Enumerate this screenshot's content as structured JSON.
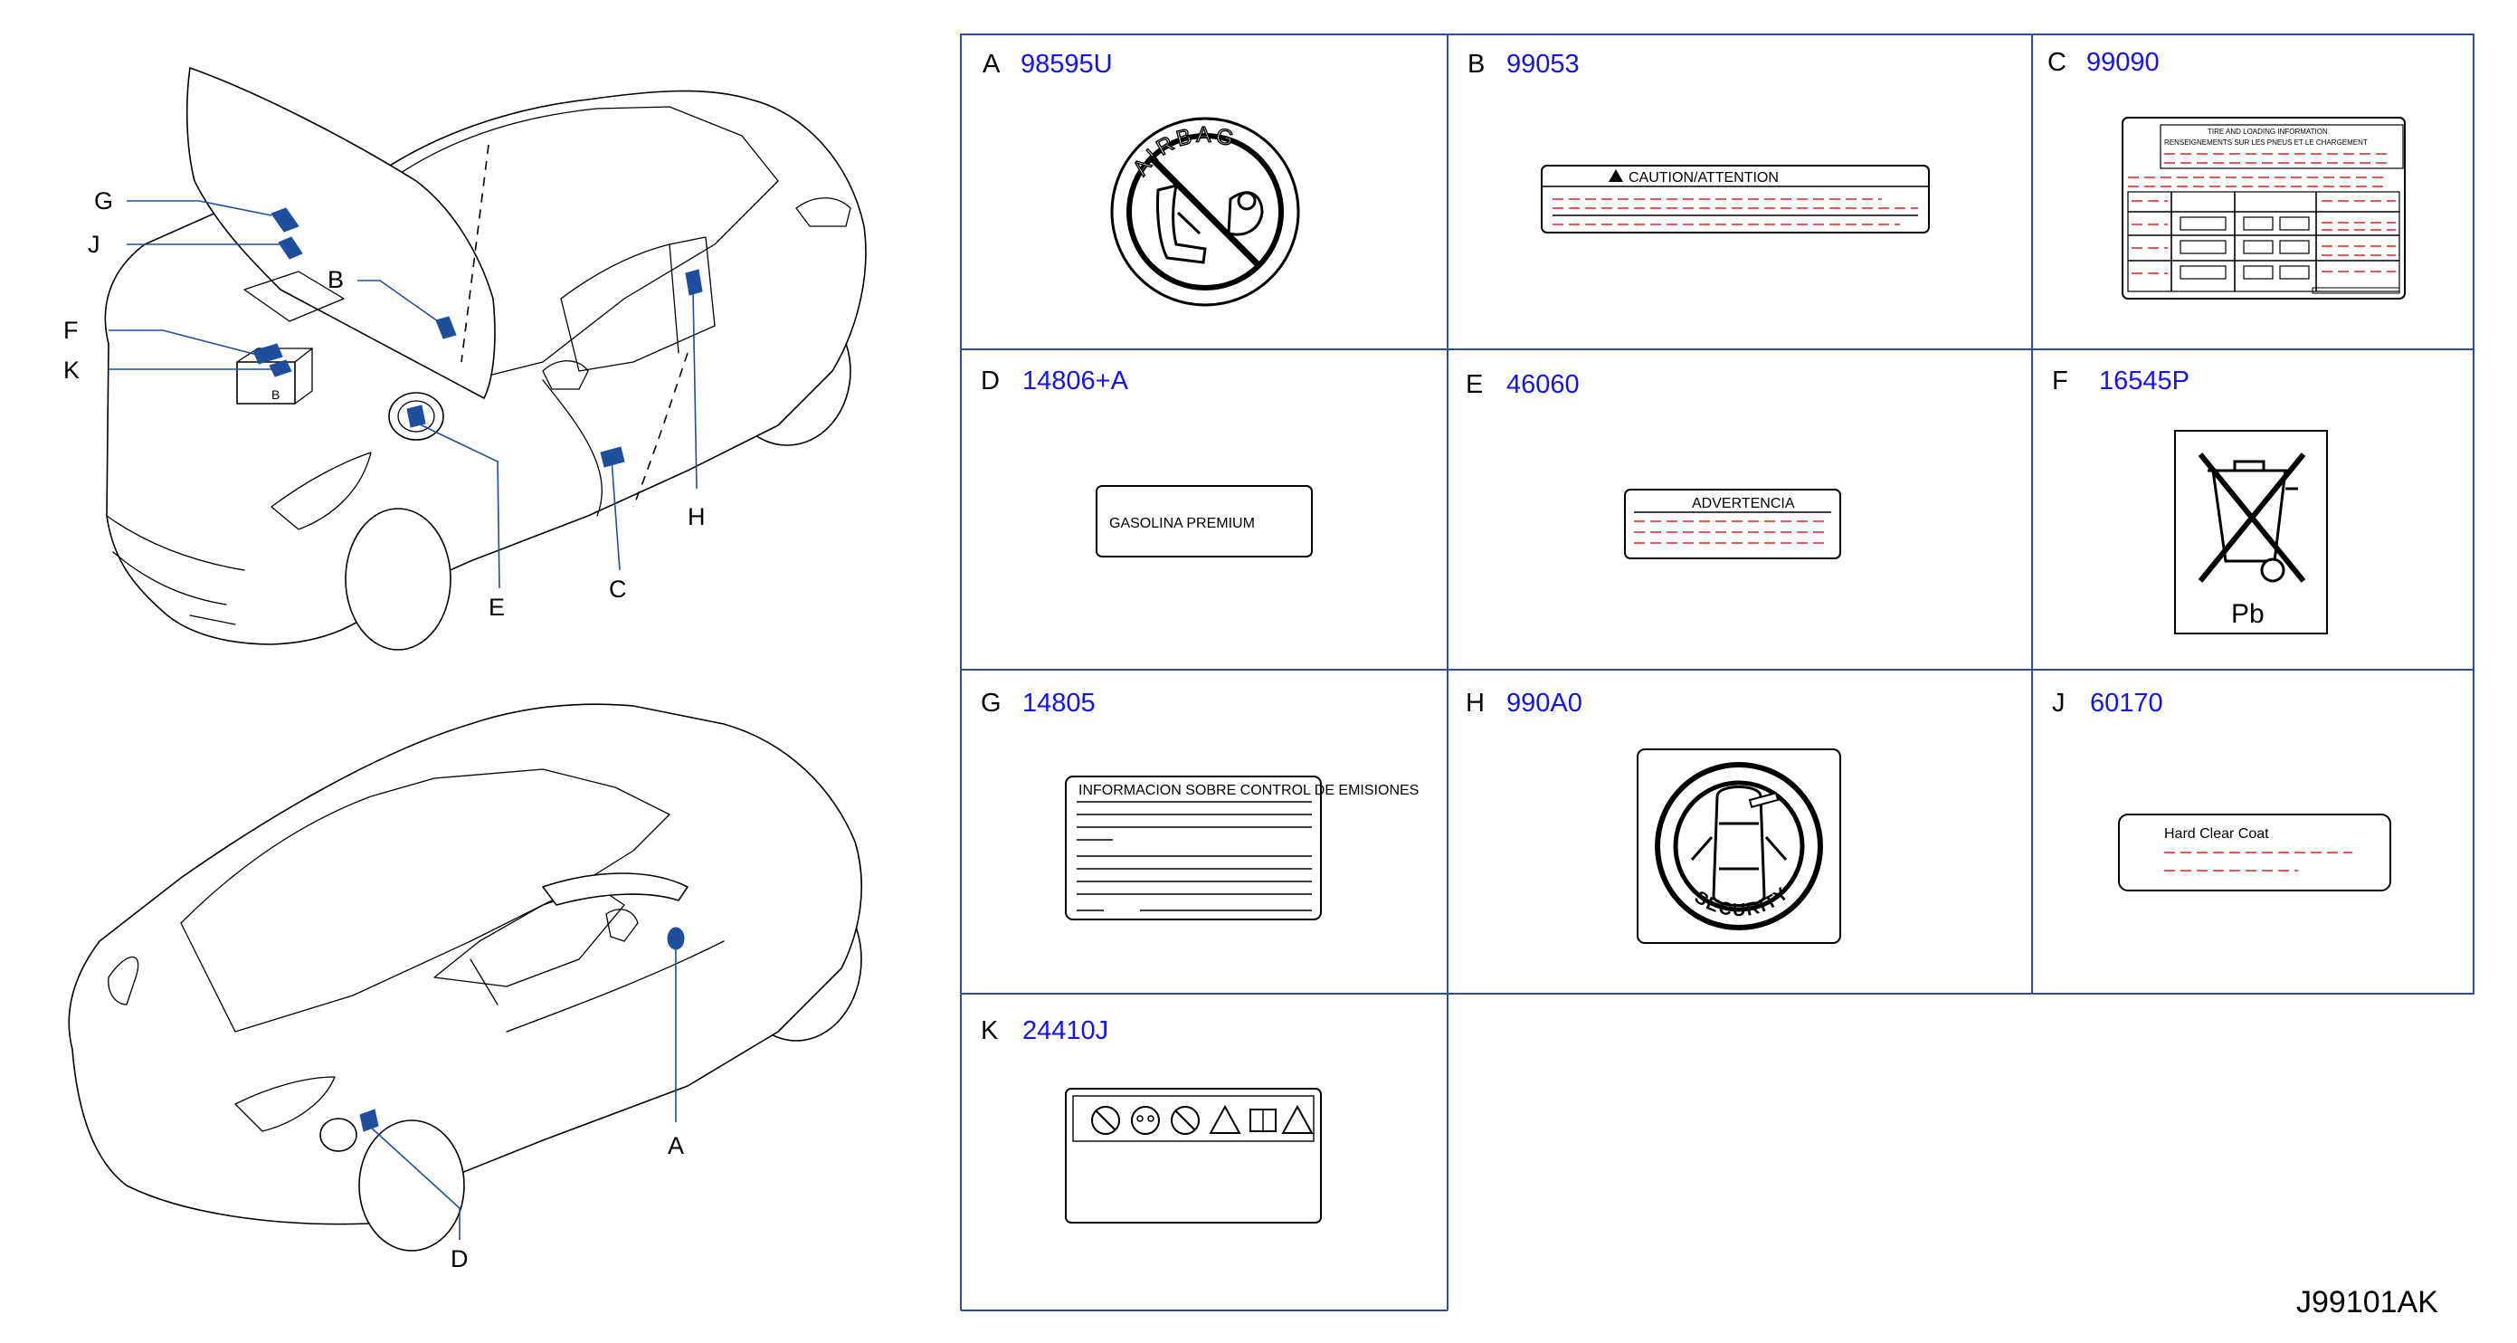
{
  "diagram": {
    "callouts_top": [
      "G",
      "J",
      "F",
      "K",
      "B",
      "E",
      "C",
      "H"
    ],
    "callouts_bottom": [
      "A",
      "D"
    ],
    "labels": [
      {
        "letter": "A",
        "part": "98595U",
        "icon": "airbag-warning-icon",
        "text": "AIRBAG"
      },
      {
        "letter": "B",
        "part": "99053",
        "icon": "caution-label",
        "text": "CAUTION/ATTENTION"
      },
      {
        "letter": "C",
        "part": "99090",
        "icon": "tire-info-label",
        "text": "TIRE AND LOADING INFORMATION",
        "text2": "RENSEIGNEMENTS SUR LES PNEUS ET LE CHARGEMENT"
      },
      {
        "letter": "D",
        "part": "14806+A",
        "icon": "fuel-label",
        "text": "GASOLINA PREMIUM"
      },
      {
        "letter": "E",
        "part": "46060",
        "icon": "warning-label",
        "text": "ADVERTENCIA"
      },
      {
        "letter": "F",
        "part": "16545P",
        "icon": "crossed-bin-icon",
        "text": "Pb"
      },
      {
        "letter": "G",
        "part": "14805",
        "icon": "emission-label",
        "text": "INFORMACION SOBRE CONTROL DE EMISIONES"
      },
      {
        "letter": "H",
        "part": "990A0",
        "icon": "security-icon",
        "text": "SECURITY"
      },
      {
        "letter": "J",
        "part": "60170",
        "icon": "clear-coat-label",
        "text": "Hard Clear Coat"
      },
      {
        "letter": "K",
        "part": "24410J",
        "icon": "battery-warning-label",
        "text": ""
      }
    ],
    "battery_mark": "B",
    "document_number": "J99101AK"
  }
}
